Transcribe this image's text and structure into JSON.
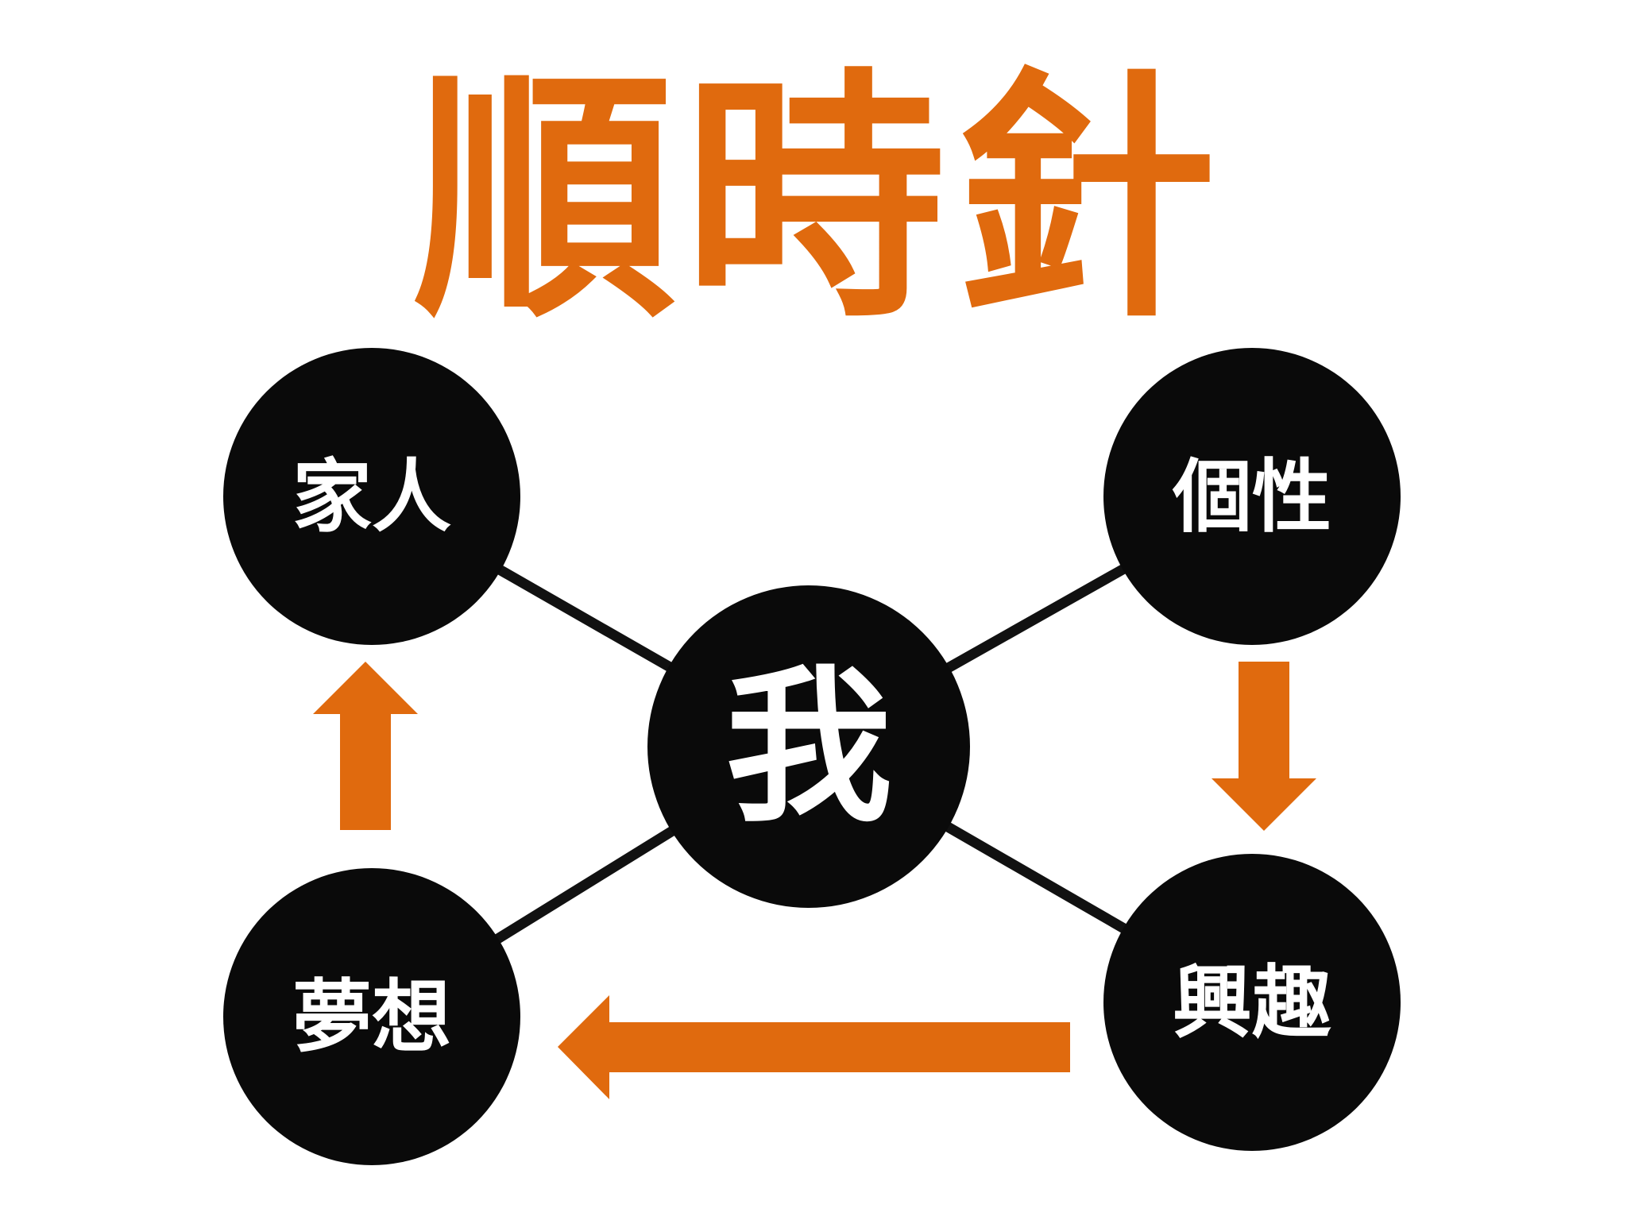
{
  "title": "順時針",
  "center": {
    "label": "我"
  },
  "nodes": {
    "top_left": {
      "label": "家人"
    },
    "top_right": {
      "label": "個性"
    },
    "bottom_right": {
      "label": "興趣"
    },
    "bottom_left": {
      "label": "夢想"
    }
  },
  "arrows": [
    {
      "from": "個性",
      "to": "興趣",
      "direction": "down"
    },
    {
      "from": "興趣",
      "to": "夢想",
      "direction": "left"
    },
    {
      "from": "夢想",
      "to": "家人",
      "direction": "up"
    }
  ],
  "colors": {
    "accent": "#e06a0e",
    "node_fill": "#0a0a0a",
    "node_text": "#ffffff",
    "connector": "#111111",
    "background": "#ffffff"
  }
}
